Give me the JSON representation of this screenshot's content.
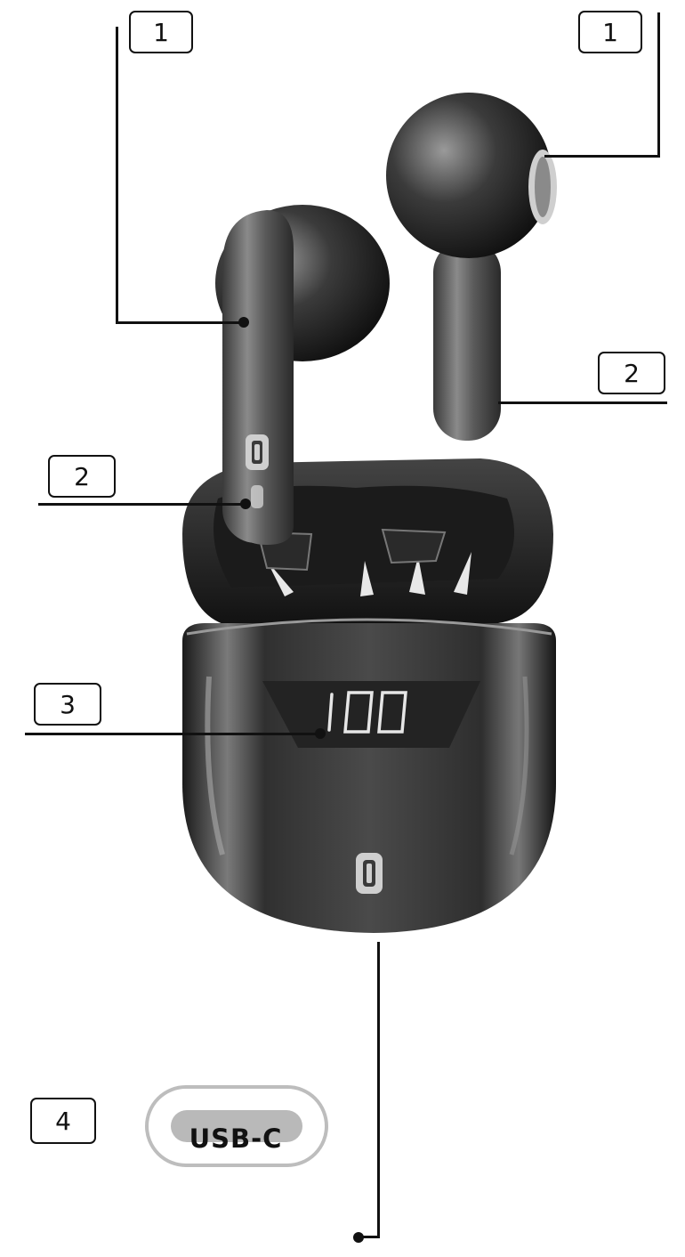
{
  "callouts": {
    "left_touch": "1",
    "right_touch": "1",
    "left_mic": "2",
    "right_mic": "2",
    "display": "3",
    "port": "4"
  },
  "display_value": "100",
  "port_label": "USB-C",
  "icons": {
    "earbud_left": "earbud-left-icon",
    "earbud_right": "earbud-right-icon",
    "case": "charging-case-icon",
    "logo": "cellularline-logo-icon",
    "port": "usb-c-port-icon"
  }
}
